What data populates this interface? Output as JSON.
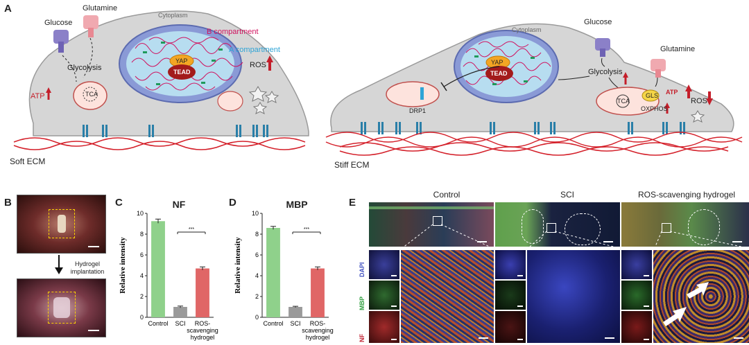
{
  "panels": {
    "a": "A",
    "b": "B",
    "c": "C",
    "d": "D",
    "e": "E"
  },
  "panelA": {
    "left": {
      "glutamine": "Glutamine",
      "glucose": "Glucose",
      "cytoplasm": "Cytoplasm",
      "b_comp": "B compartment",
      "a_comp": "A compartment",
      "yap": "YAP",
      "tead": "TEAD",
      "glycolysis": "Glycolysis",
      "tca": "TCA",
      "atp": "ATP",
      "ros": "ROS",
      "ecm": "Soft ECM"
    },
    "right": {
      "cytoplasm": "Cytoplasm",
      "glucose": "Glucose",
      "glutamine": "Glutamine",
      "yap": "YAP",
      "tead": "TEAD",
      "glycolysis": "Glycolysis",
      "drp1": "DRP1",
      "gls": "GLS",
      "tca": "TCA",
      "oxphos": "OXPHOS",
      "atp": "ATP",
      "ros": "ROS",
      "ecm": "Stiff ECM"
    },
    "colors": {
      "accent_red": "#c41e2a",
      "magenta": "#d0115e",
      "cyan": "#2ea4d6",
      "ecm": "#d4202a",
      "integrin": "#2a7fa8"
    }
  },
  "panelB": {
    "annotation": "Hydrogel\nimplantation"
  },
  "chart_data": [
    {
      "type": "bar",
      "title": "NF",
      "ylabel": "Relative intensity",
      "categories": [
        "Control",
        "SCI",
        "ROS-\nscavenging\nhydrogel"
      ],
      "values": [
        9.25,
        1.0,
        4.7
      ],
      "errors": [
        0.2,
        0.08,
        0.15
      ],
      "colors": [
        "#8fd18b",
        "#9a9a9a",
        "#e06666"
      ],
      "ylim": [
        0,
        10
      ],
      "yticks": [
        0,
        2,
        4,
        6,
        8,
        10
      ],
      "significance": "***"
    },
    {
      "type": "bar",
      "title": "MBP",
      "ylabel": "Relative intensity",
      "categories": [
        "Control",
        "SCI",
        "ROS-\nscavenging\nhydrogel"
      ],
      "values": [
        8.6,
        1.0,
        4.7
      ],
      "errors": [
        0.15,
        0.06,
        0.15
      ],
      "colors": [
        "#8fd18b",
        "#9a9a9a",
        "#e06666"
      ],
      "ylim": [
        0,
        10
      ],
      "yticks": [
        0,
        2,
        4,
        6,
        8,
        10
      ],
      "significance": "***"
    }
  ],
  "panelE": {
    "columns": [
      "Control",
      "SCI",
      "ROS-scavenging hydrogel"
    ],
    "channels": {
      "dapi": "DAPI",
      "mbp": "MBP",
      "nf": "NF"
    }
  }
}
